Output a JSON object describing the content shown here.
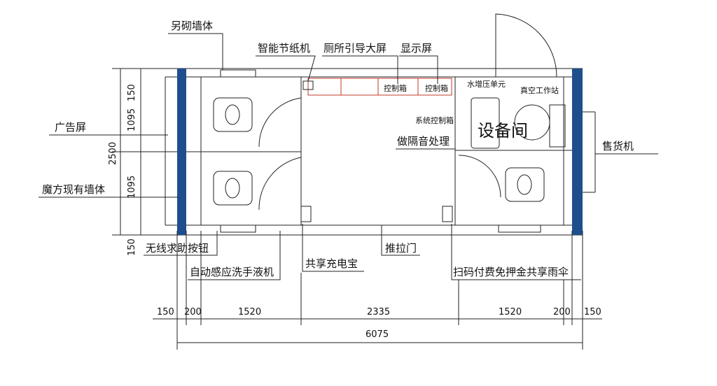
{
  "labels": {
    "extra_wall": "另砌墙体",
    "smart_paper": "智能节纸机",
    "toilet_guide_screen": "厕所引导大屏",
    "display_screen": "显示屏",
    "control_box_1": "控制箱",
    "control_box_2": "控制箱",
    "water_pressure_unit": "水增压单元",
    "vacuum_station": "真空工作站",
    "system_control_box": "系统控制箱",
    "soundproofing": "做隔音处理",
    "equipment_room": "设备间",
    "ad_screen": "广告屏",
    "existing_wall": "魔方现有墙体",
    "vending_machine": "售货机",
    "wireless_help_button": "无线求助按钮",
    "auto_soap": "自动感应洗手液机",
    "power_bank": "共享充电宝",
    "sliding_door": "推拉门",
    "umbrella": "扫码付费免押金共享雨伞"
  },
  "dimensions": {
    "vertical": [
      "150",
      "1095",
      "2500",
      "1095",
      "150"
    ],
    "bottom": [
      "150",
      "200",
      "1520",
      "2335",
      "1520",
      "200",
      "150"
    ],
    "total": "6075"
  },
  "colors": {
    "wall": "#1f4e8c",
    "accent_line": "#c0392b"
  }
}
